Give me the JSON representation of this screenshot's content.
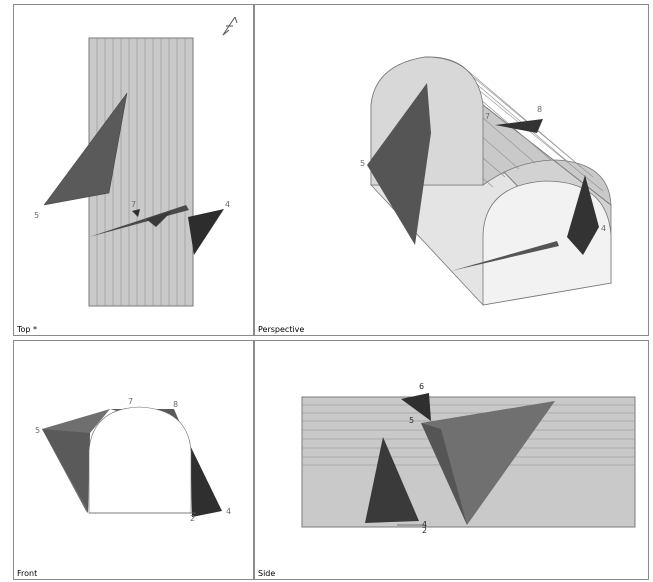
{
  "viewports": {
    "top": {
      "label": "Top *"
    },
    "perspective": {
      "label": "Perspective"
    },
    "front": {
      "label": "Front"
    },
    "side": {
      "label": "Side"
    }
  },
  "markers": {
    "top": [
      "5",
      "7",
      "4"
    ],
    "perspective": [
      "5",
      "7",
      "8",
      "4"
    ],
    "front": [
      "5",
      "7",
      "8",
      "2",
      "4"
    ],
    "side": [
      "6",
      "5",
      "2",
      "4"
    ]
  },
  "icons": {
    "north": "north-arrow-icon"
  },
  "colors": {
    "panel_gray": "#c9c9c9",
    "grid_line": "#8f8f8f",
    "triangle_dark": "#3c3c3c",
    "triangle_mid": "#6a6a6a",
    "border": "#8a8a8a"
  }
}
